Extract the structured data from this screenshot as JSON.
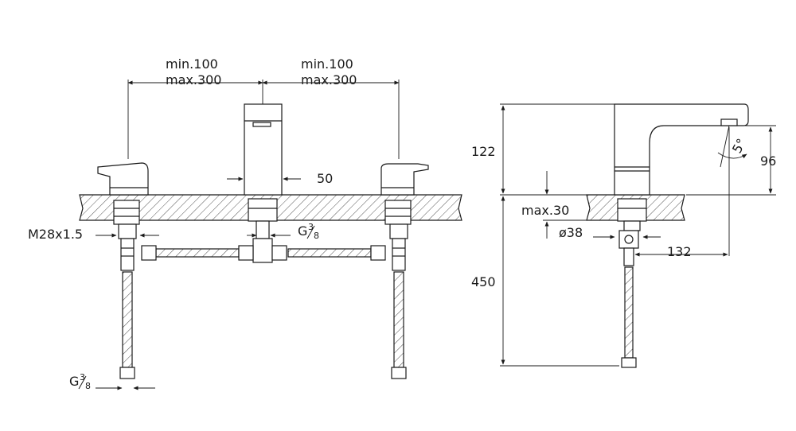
{
  "front_view": {
    "left_spacing": {
      "min": "min.100",
      "max": "max.300"
    },
    "right_spacing": {
      "min": "min.100",
      "max": "max.300"
    },
    "spout_width": "50",
    "mounting_thread": "M28x1.5",
    "connector_thread": {
      "base": "G",
      "num": "3",
      "den": "8"
    },
    "hose_thread": {
      "base": "G",
      "num": "3",
      "den": "8"
    }
  },
  "side_view": {
    "height_above_deck": "122",
    "spout_height": "96",
    "spout_angle": "5°",
    "max_deck_thickness": "max.30",
    "hole_diameter": "ø38",
    "spout_reach": "132",
    "hose_length": "450"
  },
  "colors": {
    "line": "#1a1a1a",
    "hatch": "#555555",
    "deck": "#ffffff"
  }
}
